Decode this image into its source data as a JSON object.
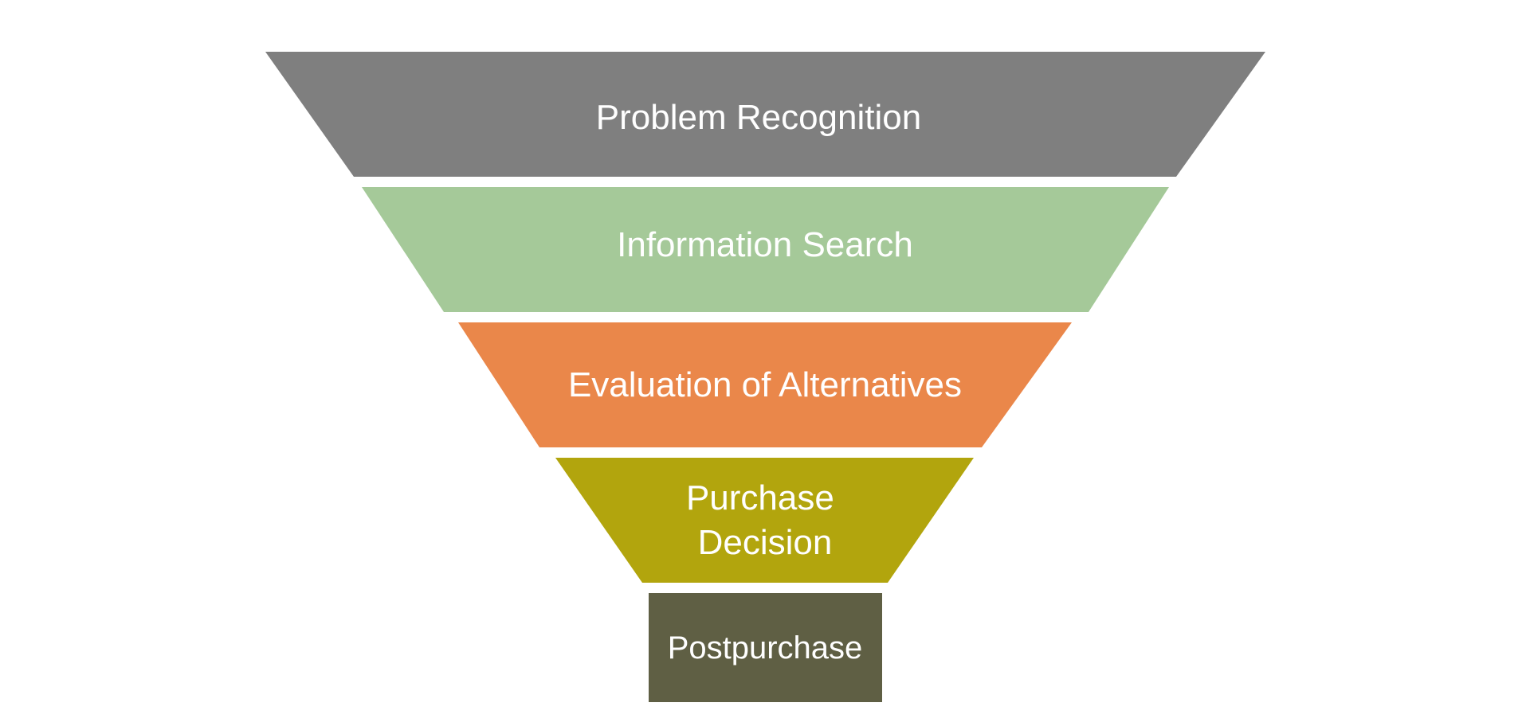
{
  "funnel": {
    "stages": [
      {
        "lines": [
          "Problem Recognition"
        ],
        "color": "#7f7f7f"
      },
      {
        "lines": [
          "Information Search"
        ],
        "color": "#a5c999"
      },
      {
        "lines": [
          "Evaluation of Alternatives"
        ],
        "color": "#ea874a"
      },
      {
        "lines": [
          "Purchase",
          "Decision"
        ],
        "color": "#b2a50d"
      },
      {
        "lines": [
          "Postpurchase"
        ],
        "color": "#5f5f44"
      }
    ]
  }
}
